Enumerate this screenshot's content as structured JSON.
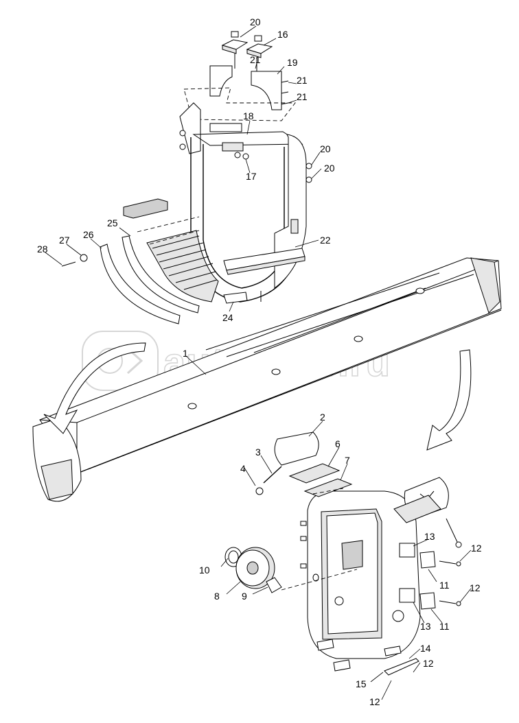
{
  "watermark": {
    "text": "autopiter.ru"
  },
  "callouts": [
    {
      "id": "c20a",
      "label": "20"
    },
    {
      "id": "c16",
      "label": "16"
    },
    {
      "id": "c21a",
      "label": "21"
    },
    {
      "id": "c19",
      "label": "19"
    },
    {
      "id": "c21b",
      "label": "21"
    },
    {
      "id": "c21c",
      "label": "21"
    },
    {
      "id": "c18",
      "label": "18"
    },
    {
      "id": "c20b",
      "label": "20"
    },
    {
      "id": "c20c",
      "label": "20"
    },
    {
      "id": "c17",
      "label": "17"
    },
    {
      "id": "c25",
      "label": "25"
    },
    {
      "id": "c26",
      "label": "26"
    },
    {
      "id": "c27",
      "label": "27"
    },
    {
      "id": "c28",
      "label": "28"
    },
    {
      "id": "c22",
      "label": "22"
    },
    {
      "id": "c24",
      "label": "24"
    },
    {
      "id": "c1",
      "label": "1"
    },
    {
      "id": "c2",
      "label": "2"
    },
    {
      "id": "c3",
      "label": "3"
    },
    {
      "id": "c6",
      "label": "6"
    },
    {
      "id": "c7",
      "label": "7"
    },
    {
      "id": "c4",
      "label": "4"
    },
    {
      "id": "c13a",
      "label": "13"
    },
    {
      "id": "c12a",
      "label": "12"
    },
    {
      "id": "c10",
      "label": "10"
    },
    {
      "id": "c11a",
      "label": "11"
    },
    {
      "id": "c12b",
      "label": "12"
    },
    {
      "id": "c8",
      "label": "8"
    },
    {
      "id": "c9",
      "label": "9"
    },
    {
      "id": "c13b",
      "label": "13"
    },
    {
      "id": "c11b",
      "label": "11"
    },
    {
      "id": "c14",
      "label": "14"
    },
    {
      "id": "c12c",
      "label": "12"
    },
    {
      "id": "c15",
      "label": "15"
    },
    {
      "id": "c12d",
      "label": "12"
    }
  ],
  "icons": [
    "watermark-logo-icon",
    "rotate-arrow-left-icon",
    "rotate-arrow-right-icon"
  ]
}
